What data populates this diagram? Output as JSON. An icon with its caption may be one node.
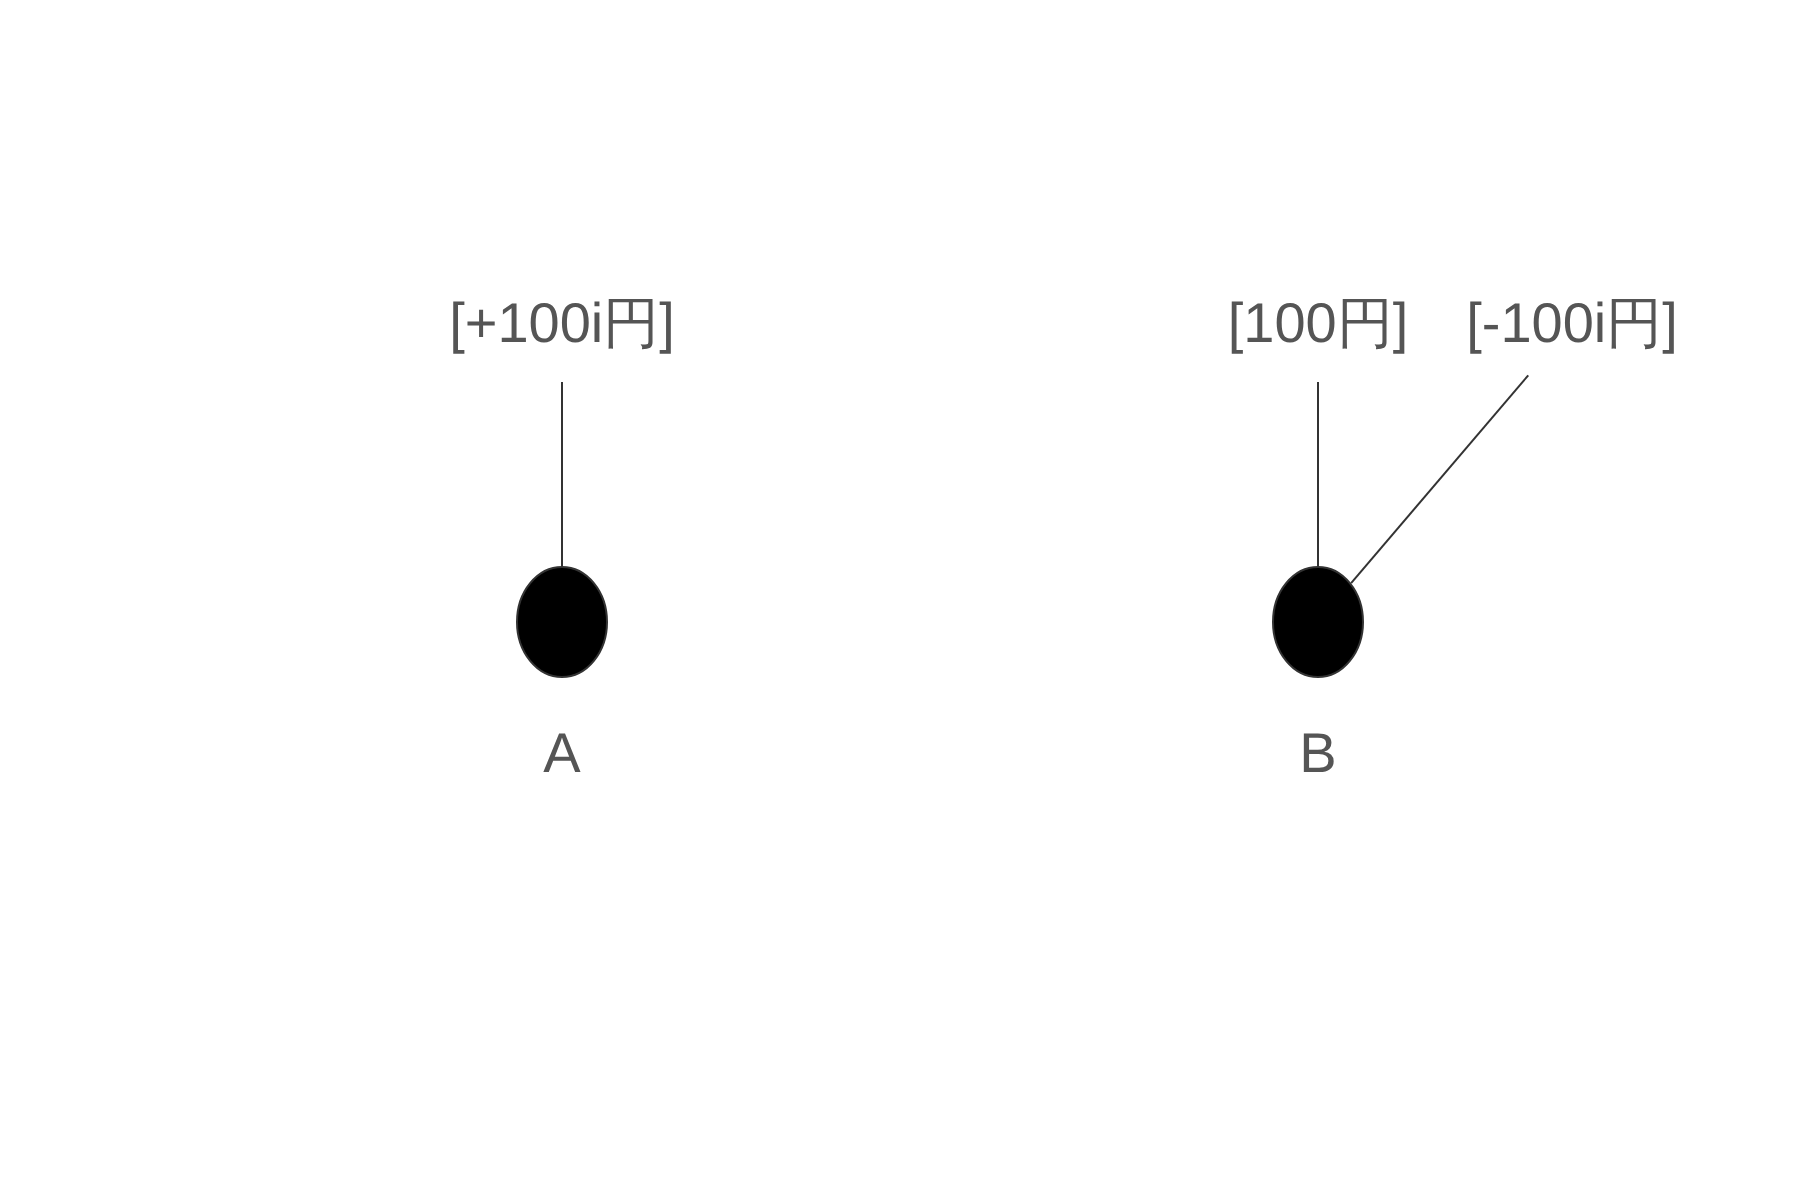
{
  "diagram": {
    "nodes": [
      {
        "text": [
          "[+100i円]"
        ]
      },
      {
        "text": [
          "[100円]"
        ]
      },
      {
        "text": [
          "[-100i円]"
        ]
      },
      {
        "text": [],
        "shape": "circle",
        "beside": [
          "A"
        ]
      },
      {
        "text": [],
        "shape": "circle",
        "beside": [
          "B"
        ]
      }
    ],
    "edges": [
      {
        "from": 0,
        "to": 3,
        "arrow": "none"
      },
      {
        "from": 1,
        "to": 4,
        "arrow": "none"
      },
      {
        "from": 2,
        "to": 4,
        "arrow": "none"
      }
    ]
  }
}
